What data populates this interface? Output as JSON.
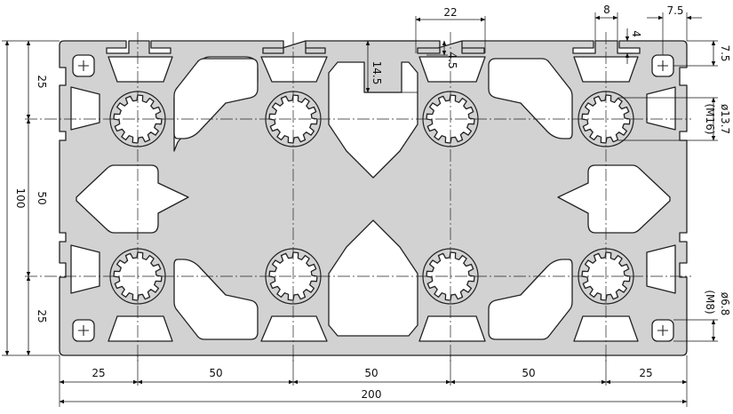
{
  "drawing": {
    "overall_width": "200",
    "overall_height": "100",
    "slot_width": "22",
    "slot_depth": "14.5",
    "slot_lip": "4.5",
    "lip_width": "8",
    "lip_thickness": "4",
    "edge_offset_top": "7.5",
    "edge_offset_side": "7.5",
    "center_bore_dia": "ø13.7",
    "center_bore_thread": "(M16)",
    "corner_hole_dia": "ø6.8",
    "corner_hole_thread": "(M8)",
    "bottom_dims": [
      "25",
      "50",
      "50",
      "50",
      "25"
    ],
    "left_dims": [
      "25",
      "50",
      "25"
    ]
  }
}
